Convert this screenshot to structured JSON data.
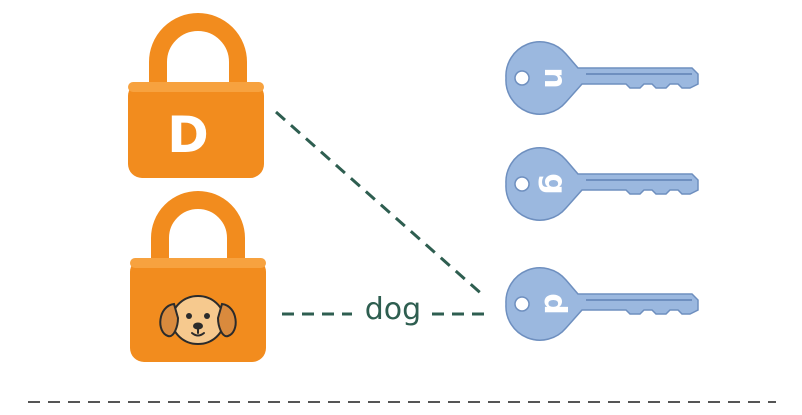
{
  "locks": [
    {
      "letter": "D",
      "icon": "letter-icon"
    },
    {
      "letter": "",
      "icon": "dog-face-icon"
    }
  ],
  "keys": [
    {
      "letter": "n"
    },
    {
      "letter": "g"
    },
    {
      "letter": "d"
    }
  ],
  "connector_label": "dog",
  "colors": {
    "lock_body": "#F28C1E",
    "lock_shackle": "#F28C1E",
    "key_body": "#9BB8DF",
    "line": "#2E5E50",
    "divider": "#555555"
  }
}
